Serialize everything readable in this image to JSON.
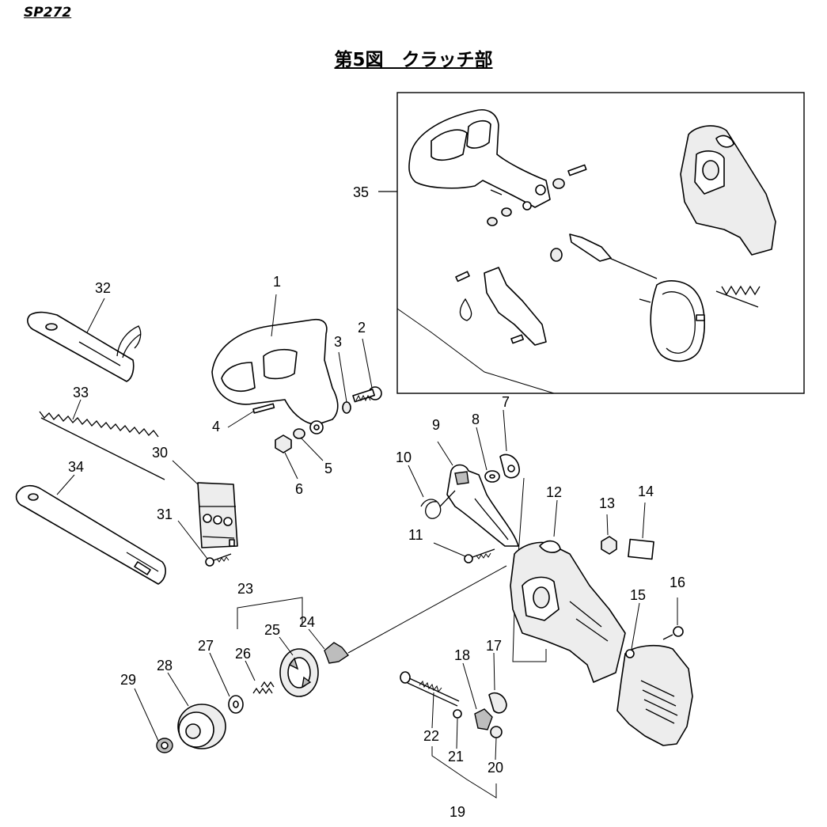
{
  "header": {
    "model_code": "SP272",
    "figure_title": "第5図　クラッチ部"
  },
  "callouts": {
    "n1": "1",
    "n2": "2",
    "n3": "3",
    "n4": "4",
    "n5": "5",
    "n6": "6",
    "n7": "7",
    "n8": "8",
    "n9": "9",
    "n10": "10",
    "n11": "11",
    "n12": "12",
    "n13": "13",
    "n14": "14",
    "n15": "15",
    "n16": "16",
    "n17": "17",
    "n18": "18",
    "n19": "19",
    "n20": "20",
    "n21": "21",
    "n22": "22",
    "n23": "23",
    "n24": "24",
    "n25": "25",
    "n26": "26",
    "n27": "27",
    "n28": "28",
    "n29": "29",
    "n30": "30",
    "n31": "31",
    "n32": "32",
    "n33": "33",
    "n34": "34",
    "n35": "35"
  }
}
